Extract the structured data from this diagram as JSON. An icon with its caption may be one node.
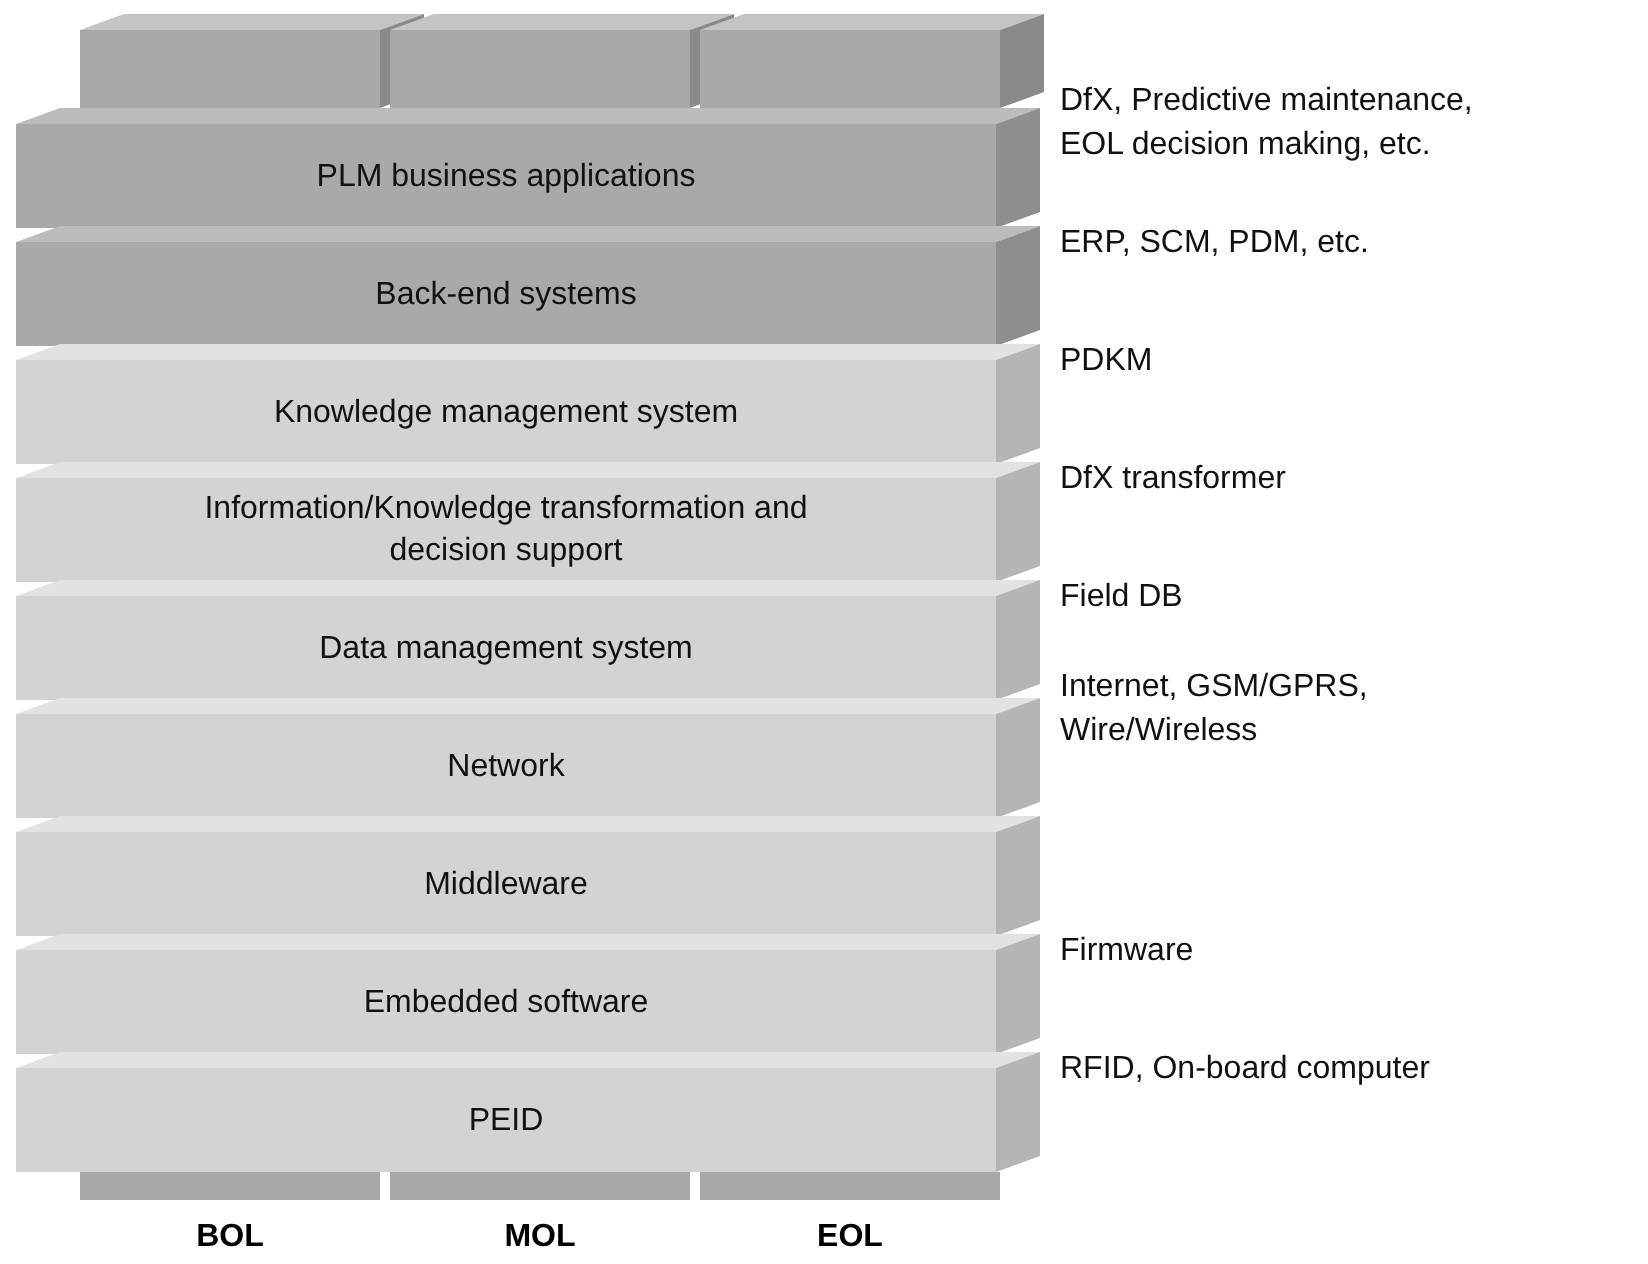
{
  "diagram": {
    "nodes": [
      {
        "text": [
          "PLM business applications"
        ],
        "beside": [
          "DfX, Predictive maintenance, EOL decision making, etc."
        ]
      },
      {
        "text": [
          "Back-end systems"
        ],
        "beside": [
          "ERP, SCM, PDM, etc."
        ]
      },
      {
        "text": [
          "Knowledge management system"
        ],
        "beside": [
          "PDKM"
        ]
      },
      {
        "text": [
          "Information/Knowledge transformation and decision support"
        ],
        "beside": [
          "DfX transformer"
        ]
      },
      {
        "text": [
          "Data management system"
        ],
        "beside": [
          "Field DB"
        ]
      },
      {
        "text": [
          "Network"
        ],
        "beside": [
          "Internet, GSM/GPRS, Wire/Wireless"
        ]
      },
      {
        "text": [
          "Middleware"
        ]
      },
      {
        "text": [
          "Embedded software"
        ],
        "beside": [
          "Firmware"
        ]
      },
      {
        "text": [
          "PEID"
        ],
        "beside": [
          "RFID, On-board computer"
        ]
      }
    ],
    "edges": [],
    "labels": [
      "BOL",
      "MOL",
      "EOL"
    ]
  }
}
